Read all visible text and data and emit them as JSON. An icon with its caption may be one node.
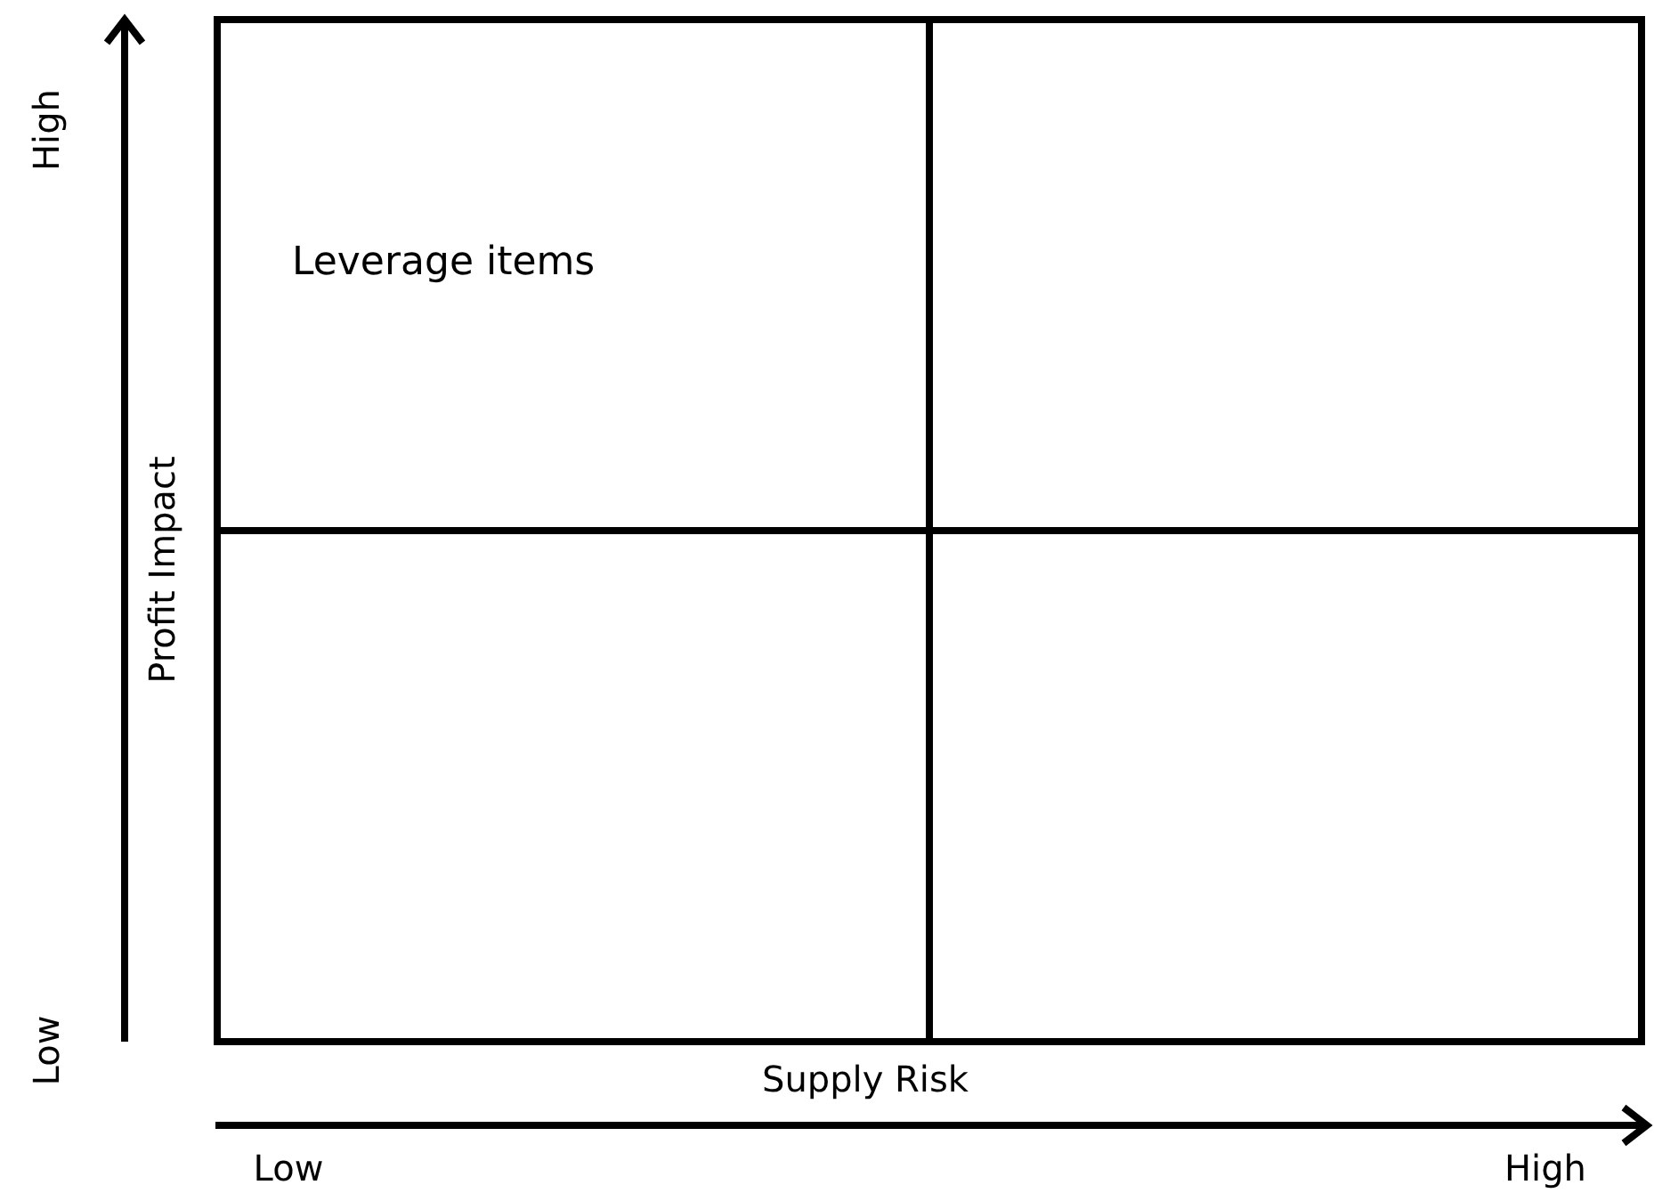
{
  "diagram": {
    "nodes": [
      {
        "text": [
          "Leverage items"
        ]
      },
      {
        "text": [],
        "shape": "box"
      },
      {
        "text": [],
        "shape": "box"
      },
      {
        "text": [],
        "shape": "box"
      }
    ],
    "labels": [
      "High",
      "Profit Impact",
      "Low",
      "Supply Risk",
      "Low",
      "High"
    ]
  }
}
